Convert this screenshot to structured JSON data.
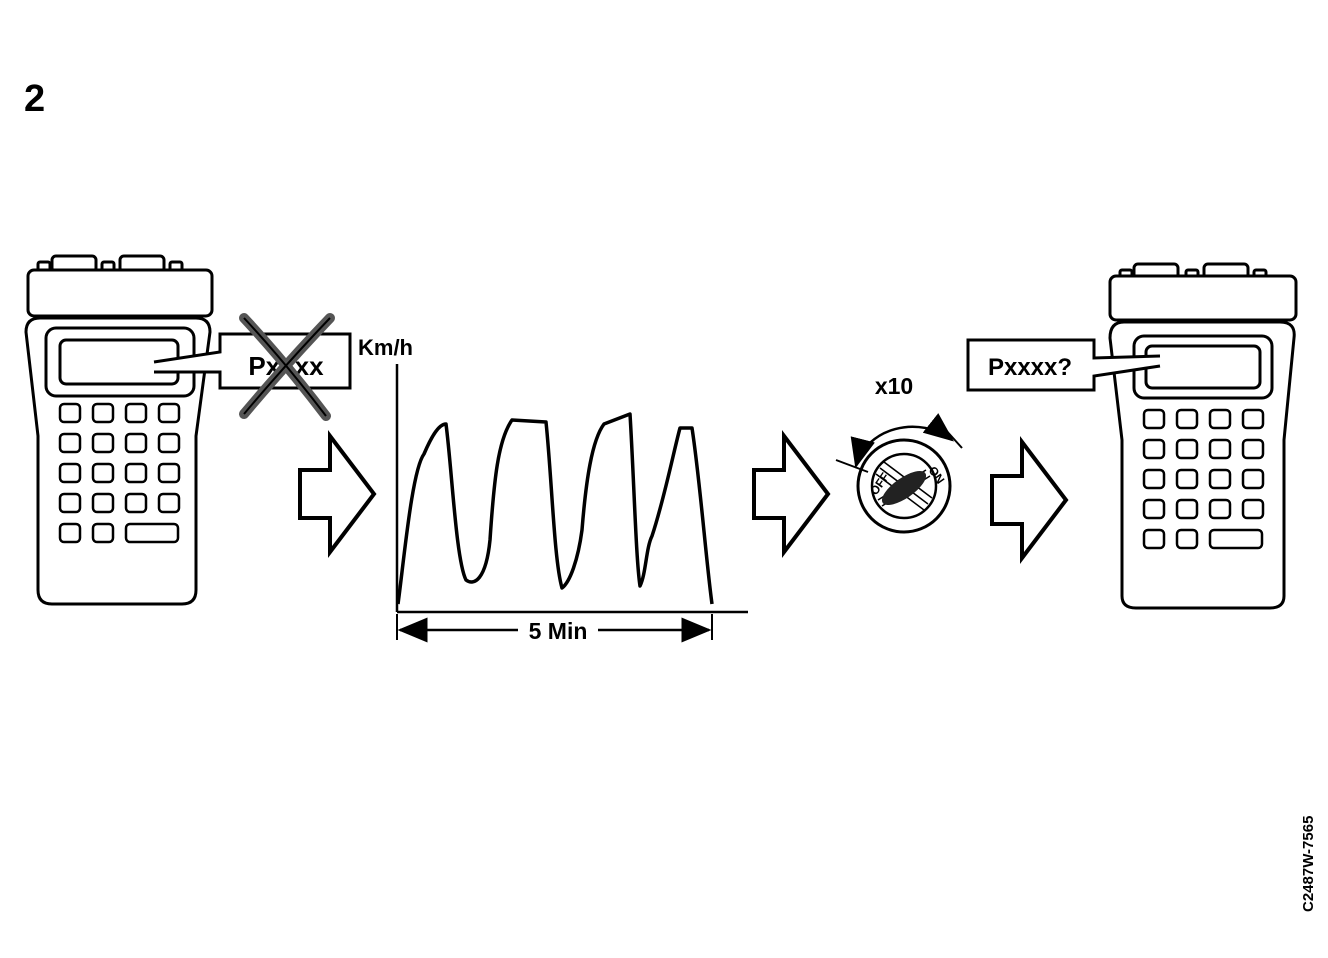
{
  "step_number": "2",
  "left_tester": {
    "code_bubble": "Pxxxx",
    "code_crossed_out": true
  },
  "speed_graph": {
    "y_axis_label": "Km/h",
    "duration_label": "5 Min",
    "peaks": 4
  },
  "ignition": {
    "repeat_label": "x10",
    "key_positions": [
      "OFF",
      "ON"
    ]
  },
  "right_tester": {
    "code_bubble": "Pxxxx?"
  },
  "figure_ref": "C2487W-7565",
  "icons": [
    "scan-tool-icon",
    "cross-out-icon",
    "arrow-right-icon",
    "ignition-switch-icon",
    "scan-tool-icon"
  ]
}
